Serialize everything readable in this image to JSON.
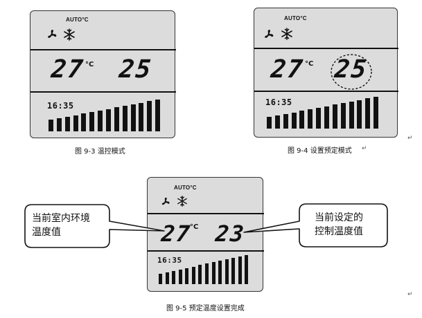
{
  "figures": [
    {
      "mode_label": "AUTO°C",
      "room_temp": "27",
      "temp_unit": "°C",
      "set_temp": "25",
      "clock": "16:35",
      "caption": "图 9-3 温控模式",
      "set_temp_circled": false
    },
    {
      "mode_label": "AUTO°C",
      "room_temp": "27",
      "temp_unit": "°C",
      "set_temp": "25",
      "clock": "16:35",
      "caption": "图 9-4 设置预定模式",
      "set_temp_circled": true
    },
    {
      "mode_label": "AUTO°C",
      "room_temp": "27",
      "temp_unit": "°C",
      "set_temp": "23",
      "clock": "16:35",
      "caption": "图 9-5 预定温度设置完成",
      "set_temp_circled": false
    }
  ],
  "callouts": {
    "left": {
      "line1": "当前室内环境",
      "line2": "温度值"
    },
    "right": {
      "line1": "当前设定的",
      "line2": "控制温度值"
    }
  },
  "fan_level": {
    "segments_lit": 14,
    "segments_total": 14
  },
  "icons": [
    "fan-icon",
    "snowflake-icon"
  ],
  "colors": {
    "lcd_background": "#dcdcdc",
    "ink": "#111111"
  }
}
